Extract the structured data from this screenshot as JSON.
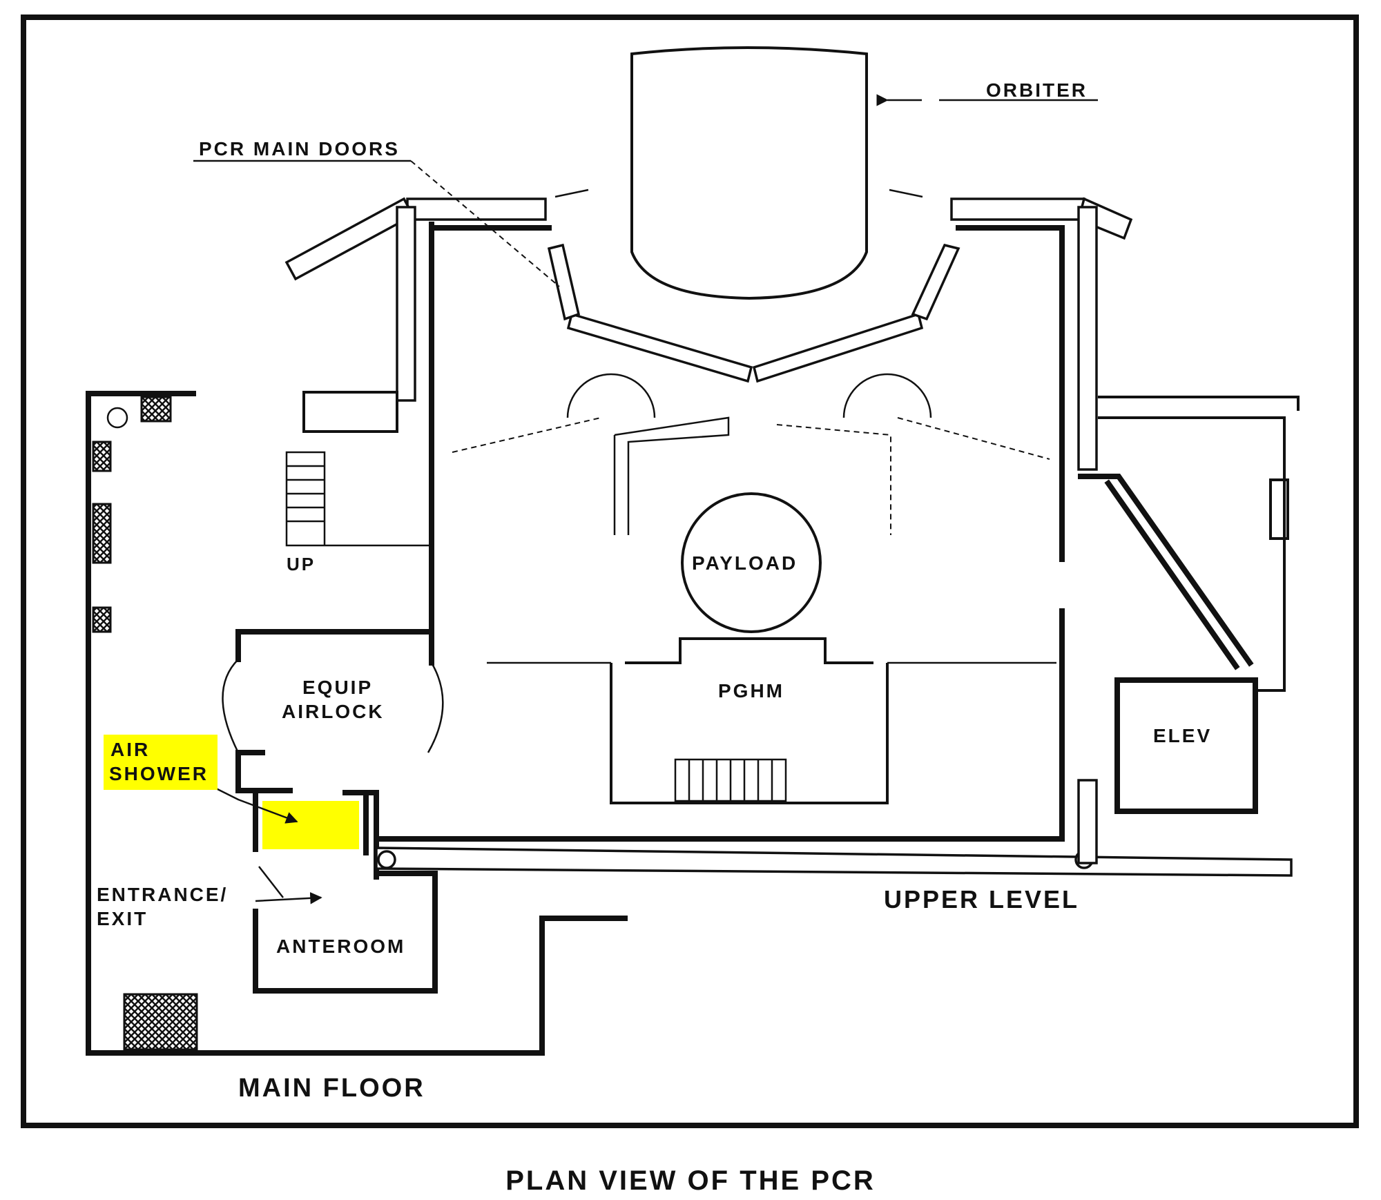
{
  "labels": {
    "orbiter": "ORBITER",
    "pcr_main_doors": "PCR MAIN DOORS",
    "up": "UP",
    "payload": "PAYLOAD",
    "pghm": "PGHM",
    "equip_airlock_1": "EQUIP",
    "equip_airlock_2": "AIRLOCK",
    "air_shower_1": "AIR",
    "air_shower_2": "SHOWER",
    "entrance_exit_1": "ENTRANCE/",
    "entrance_exit_2": "EXIT",
    "anteroom": "ANTEROOM",
    "elev": "ELEV",
    "upper_level": "UPPER LEVEL",
    "main_floor": "MAIN FLOOR"
  },
  "caption": "PLAN VIEW OF THE PCR",
  "colors": {
    "highlight": "#ffff00",
    "line": "#111111",
    "background": "#ffffff"
  }
}
